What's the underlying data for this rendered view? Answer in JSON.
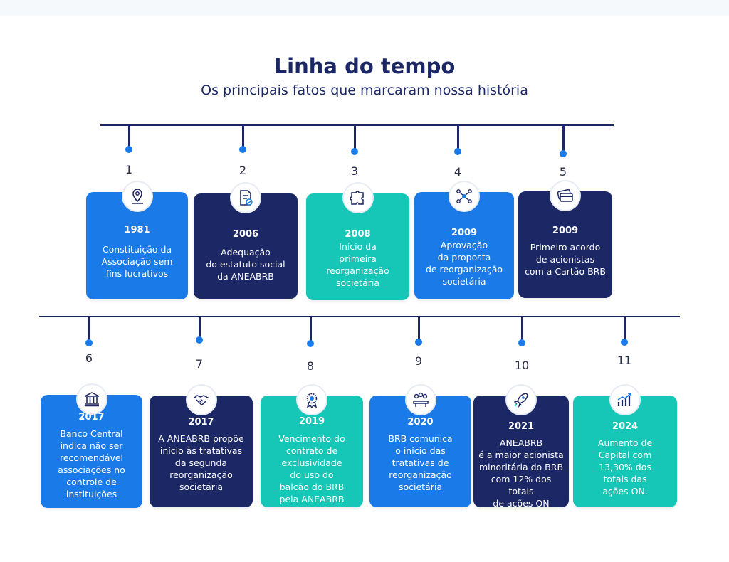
{
  "header": {
    "title": "Linha do tempo",
    "subtitle": "Os principais fatos que marcaram nossa história"
  },
  "colors": {
    "navy": "#1c2765",
    "blue": "#1a7be8",
    "teal": "#16c7b7",
    "dot": "#1a7be8"
  },
  "timeline": [
    {
      "number": "1",
      "year": "1981",
      "text": "Constituição da\nAssociação sem\nfins lucrativos",
      "color": "blue",
      "icon": "location-pin-icon"
    },
    {
      "number": "2",
      "year": "2006",
      "text": "Adequação\ndo estatuto social\nda ANEABRB",
      "color": "navy",
      "icon": "document-check-icon"
    },
    {
      "number": "3",
      "year": "2008",
      "text": "Início da\nprimeira\nreorganização\nsocietária",
      "color": "teal",
      "icon": "puzzle-icon"
    },
    {
      "number": "4",
      "year": "2009",
      "text": "Aprovação\nda proposta\nde reorganização\nsocietária",
      "color": "blue",
      "icon": "network-people-icon"
    },
    {
      "number": "5",
      "year": "2009",
      "text": "Primeiro  acordo\nde acionistas\ncom a Cartão BRB",
      "color": "navy",
      "icon": "credit-card-icon"
    },
    {
      "number": "6",
      "year": "2017",
      "text": "Banco Central\nindica não ser\nrecomendável\nassociações no\ncontrole de\ninstituições",
      "color": "blue",
      "icon": "bank-icon"
    },
    {
      "number": "7",
      "year": "2017",
      "text": "A ANEABRB propõe\ninício às tratativas\nda segunda\nreorganização\nsocietária",
      "color": "navy",
      "icon": "handshake-icon"
    },
    {
      "number": "8",
      "year": "2019",
      "text": "Vencimento do\ncontrato de\nexclusividade\ndo uso do\nbalcão do BRB\npela ANEABRB",
      "color": "teal",
      "icon": "award-badge-icon"
    },
    {
      "number": "9",
      "year": "2020",
      "text": "BRB comunica\no início das\ntratativas de\nreorganização\nsocietária",
      "color": "blue",
      "icon": "meeting-icon"
    },
    {
      "number": "10",
      "year": "2021",
      "text": "ANEABRB\né a maior acionista\nminoritária do BRB\ncom 12% dos totais\nde ações ON",
      "color": "navy",
      "icon": "rocket-icon"
    },
    {
      "number": "11",
      "year": "2024",
      "text": "Aumento de\nCapital com\n13,30% dos\ntotais das\nações ON.",
      "color": "teal",
      "icon": "growth-chart-icon"
    }
  ]
}
